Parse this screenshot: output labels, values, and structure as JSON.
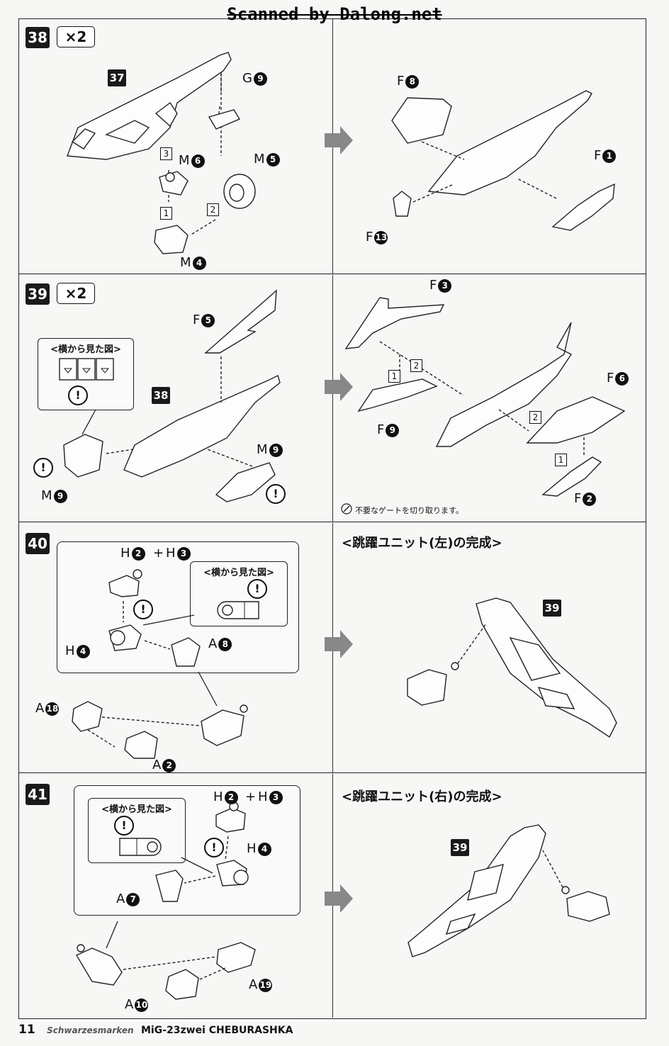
{
  "header": {
    "text": "Scanned by Dalong.net"
  },
  "steps": {
    "s38": {
      "num": "38",
      "multiplier": "×2",
      "ref": "37",
      "parts": {
        "g9": {
          "letter": "G",
          "num": "9"
        },
        "m6": {
          "letter": "M",
          "num": "6"
        },
        "m5": {
          "letter": "M",
          "num": "5"
        },
        "m4": {
          "letter": "M",
          "num": "4"
        },
        "f8": {
          "letter": "F",
          "num": "8"
        },
        "f1": {
          "letter": "F",
          "num": "1"
        },
        "f13": {
          "letter": "F",
          "num": "13"
        }
      },
      "sub": [
        "3",
        "1",
        "2"
      ]
    },
    "s39": {
      "num": "39",
      "multiplier": "×2",
      "ref": "38",
      "side_view": "<横から見た図>",
      "parts": {
        "f5": {
          "letter": "F",
          "num": "5"
        },
        "m9a": {
          "letter": "M",
          "num": "9"
        },
        "m9b": {
          "letter": "M",
          "num": "9"
        },
        "f3": {
          "letter": "F",
          "num": "3"
        },
        "f9": {
          "letter": "F",
          "num": "9"
        },
        "f6": {
          "letter": "F",
          "num": "6"
        },
        "f2": {
          "letter": "F",
          "num": "2"
        }
      },
      "sub": [
        "1",
        "2",
        "2",
        "1"
      ],
      "note": "不要なゲートを切り取ります。"
    },
    "s40": {
      "num": "40",
      "side_view": "<横から見た図>",
      "parts": {
        "h2": {
          "letter": "H",
          "num": "2"
        },
        "h3": {
          "letter": "H",
          "num": "3"
        },
        "h4": {
          "letter": "H",
          "num": "4"
        },
        "a8": {
          "letter": "A",
          "num": "8"
        },
        "a18": {
          "letter": "A",
          "num": "18"
        },
        "a2": {
          "letter": "A",
          "num": "2"
        }
      },
      "plus": "+",
      "completion": "<跳躍ユニット(左)の完成>",
      "ref": "39"
    },
    "s41": {
      "num": "41",
      "side_view": "<横から見た図>",
      "parts": {
        "h2": {
          "letter": "H",
          "num": "2"
        },
        "h3": {
          "letter": "H",
          "num": "3"
        },
        "h4": {
          "letter": "H",
          "num": "4"
        },
        "a7": {
          "letter": "A",
          "num": "7"
        },
        "a19": {
          "letter": "A",
          "num": "19"
        },
        "a10": {
          "letter": "A",
          "num": "10"
        }
      },
      "plus": "+",
      "completion": "<跳躍ユニット(右)の完成>",
      "ref": "39"
    }
  },
  "warn_symbol": "!",
  "footer": {
    "page": "11",
    "series": "Schwarzesmarken",
    "model": "MiG-23zwei CHEBURASHKA"
  }
}
